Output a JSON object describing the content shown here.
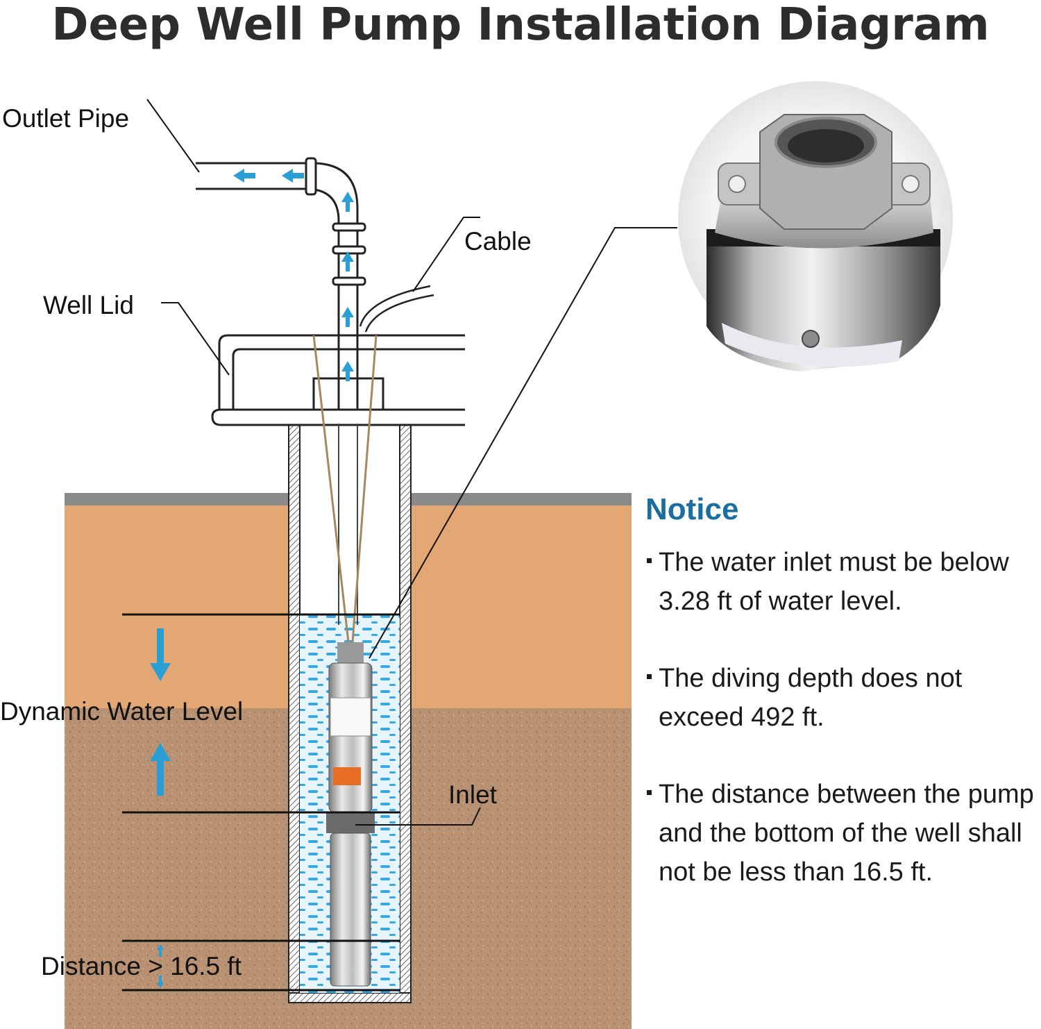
{
  "title": "Deep Well Pump Installation Diagram",
  "labels": {
    "outlet_pipe": "Outlet Pipe",
    "cable": "Cable",
    "well_lid": "Well Lid",
    "dynamic_water_level": "Dynamic Water Level",
    "inlet": "Inlet",
    "distance": "Distance > 16.5 ft"
  },
  "notice": {
    "heading": "Notice",
    "items": [
      "The water inlet must be below 3.28 ft of water level.",
      "The diving depth does not exceed 492 ft.",
      "The distance between the pump  and the bottom of the well shall not be less than 16.5 ft."
    ]
  },
  "colors": {
    "title": "#2d2d2d",
    "notice_heading": "#1b6fa0",
    "arrow_blue": "#2a9fd6",
    "soil_upper": "#e3a774",
    "soil_lower": "#b89272",
    "ground_surface": "#8a8a8a",
    "water": "#d8eefa",
    "water_dash": "#3aa8e0"
  },
  "icons": [
    "flow-arrow-icon",
    "dimension-arrow-icon",
    "pump-head-photo"
  ]
}
